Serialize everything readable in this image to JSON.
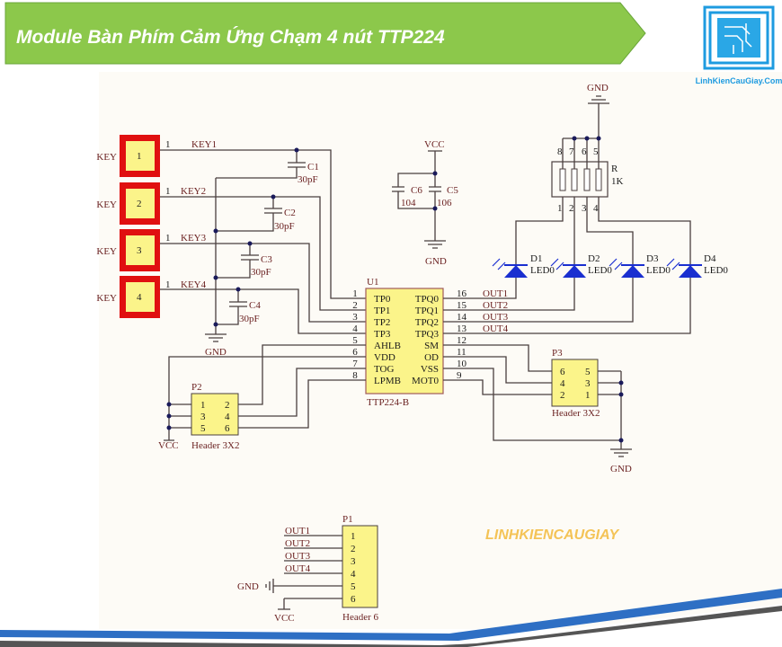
{
  "banner": {
    "title": "Module Bàn Phím Cảm Ứng Chạm 4 nút TTP224",
    "color": "#8cc84b"
  },
  "logo": {
    "text": "LinhKienCauGiay.Com",
    "color": "#1e9be0"
  },
  "watermark": "LINHKIENCAUGIAY",
  "keys": [
    {
      "num": "1",
      "pin": "1",
      "net": "KEY1",
      "label": "KEY"
    },
    {
      "num": "2",
      "pin": "1",
      "net": "KEY2",
      "label": "KEY"
    },
    {
      "num": "3",
      "pin": "1",
      "net": "KEY3",
      "label": "KEY"
    },
    {
      "num": "4",
      "pin": "1",
      "net": "KEY4",
      "label": "KEY"
    }
  ],
  "caps": [
    {
      "ref": "C1",
      "value": "30pF"
    },
    {
      "ref": "C2",
      "value": "30pF"
    },
    {
      "ref": "C3",
      "value": "30pF"
    },
    {
      "ref": "C4",
      "value": "30pF"
    },
    {
      "ref": "C6",
      "value": "104"
    },
    {
      "ref": "C5",
      "value": "106"
    }
  ],
  "power": {
    "vcc": "VCC",
    "gnd": "GND"
  },
  "u1": {
    "ref": "U1",
    "part": "TTP224-B",
    "left": [
      {
        "n": "1",
        "name": "TP0"
      },
      {
        "n": "2",
        "name": "TP1"
      },
      {
        "n": "3",
        "name": "TP2"
      },
      {
        "n": "4",
        "name": "TP3"
      },
      {
        "n": "5",
        "name": "AHLB"
      },
      {
        "n": "6",
        "name": "VDD"
      },
      {
        "n": "7",
        "name": "TOG"
      },
      {
        "n": "8",
        "name": "LPMB"
      }
    ],
    "right": [
      {
        "n": "16",
        "name": "TPQ0",
        "net": "OUT1"
      },
      {
        "n": "15",
        "name": "TPQ1",
        "net": "OUT2"
      },
      {
        "n": "14",
        "name": "TPQ2",
        "net": "OUT3"
      },
      {
        "n": "13",
        "name": "TPQ3",
        "net": "OUT4"
      },
      {
        "n": "12",
        "name": "SM"
      },
      {
        "n": "11",
        "name": "OD"
      },
      {
        "n": "10",
        "name": "VSS"
      },
      {
        "n": "9",
        "name": "MOT0"
      }
    ]
  },
  "resistor": {
    "ref": "R",
    "value": "1K",
    "top_pins": [
      "8",
      "7",
      "6",
      "5"
    ],
    "bottom_pins": [
      "1",
      "2",
      "3",
      "4"
    ]
  },
  "leds": [
    {
      "ref": "D1",
      "value": "LED0"
    },
    {
      "ref": "D2",
      "value": "LED0"
    },
    {
      "ref": "D3",
      "value": "LED0"
    },
    {
      "ref": "D4",
      "value": "LED0"
    }
  ],
  "p2": {
    "ref": "P2",
    "part": "Header 3X2",
    "pins": [
      "1",
      "2",
      "3",
      "4",
      "5",
      "6"
    ]
  },
  "p3": {
    "ref": "P3",
    "part": "Header 3X2",
    "pins": [
      "6",
      "5",
      "4",
      "3",
      "2",
      "1"
    ]
  },
  "p1": {
    "ref": "P1",
    "part": "Header 6",
    "pins": [
      "1",
      "2",
      "3",
      "4",
      "5",
      "6"
    ],
    "nets": [
      "OUT1",
      "OUT2",
      "OUT3",
      "OUT4",
      "GND",
      "VCC"
    ]
  }
}
